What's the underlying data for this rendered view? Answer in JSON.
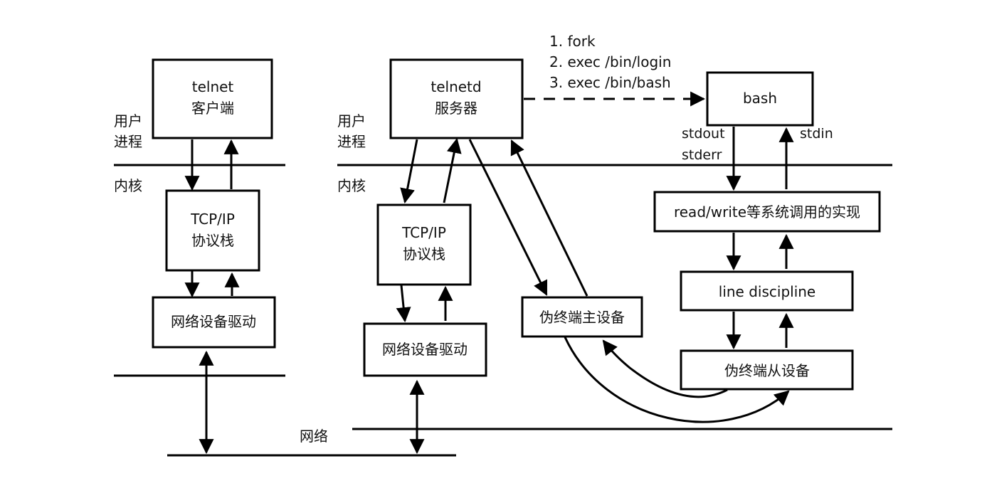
{
  "labels": {
    "left_user_process_1": "用户",
    "left_user_process_2": "进程",
    "left_kernel": "内核",
    "right_user_process_1": "用户",
    "right_user_process_2": "进程",
    "right_kernel": "内核",
    "network": "网络",
    "stdout": "stdout",
    "stderr": "stderr",
    "stdin": "stdin"
  },
  "steps": {
    "step1": "1. fork",
    "step2": "2. exec /bin/login",
    "step3": "3. exec /bin/bash"
  },
  "boxes": {
    "telnet_client_line1": "telnet",
    "telnet_client_line2": "客户端",
    "left_tcpip_line1": "TCP/IP",
    "left_tcpip_line2": "协议栈",
    "left_network_driver": "网络设备驱动",
    "telnetd_line1": "telnetd",
    "telnetd_line2": "服务器",
    "right_tcpip_line1": "TCP/IP",
    "right_tcpip_line2": "协议栈",
    "right_network_driver": "网络设备驱动",
    "bash": "bash",
    "pty_master": "伪终端主设备",
    "syscall_impl": "read/write等系统调用的实现",
    "line_discipline": "line discipline",
    "pty_slave": "伪终端从设备"
  }
}
